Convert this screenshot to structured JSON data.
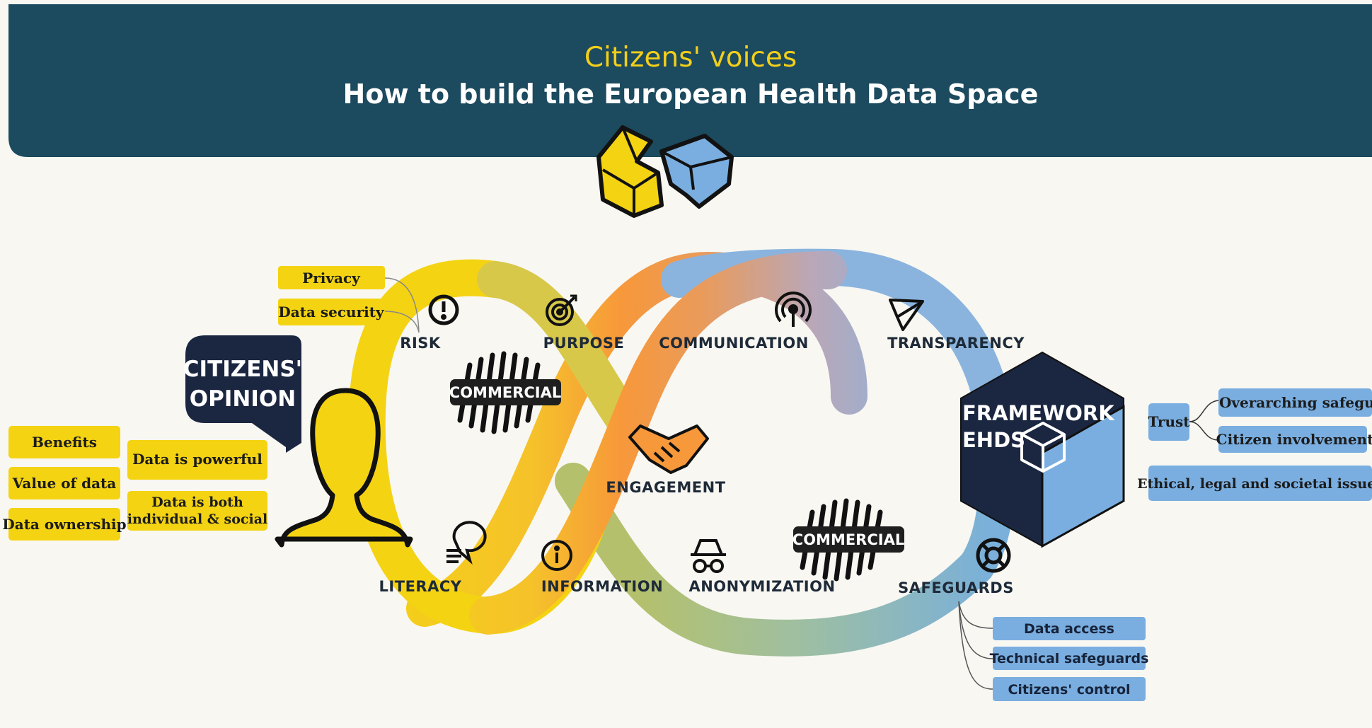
{
  "header": {
    "subtitle": "Citizens' voices",
    "title": "How to build the European Health Data Space"
  },
  "colors": {
    "header_bg": "#1c4a5e",
    "yellow": "#f4d313",
    "orange": "#f7a23c",
    "blue": "#7aaee0",
    "navy": "#1b2640",
    "background": "#f8f7f2"
  },
  "citizens": {
    "bubble_line1": "CITIZENS'",
    "bubble_line2": "OPINION",
    "left_tags": [
      "Benefits",
      "Value of data",
      "Data ownership"
    ],
    "mid_tags": {
      "tag1": "Data is powerful",
      "tag2_line1": "Data is both",
      "tag2_line2": "individual & social"
    }
  },
  "risk_tags": [
    "Privacy",
    "Data security"
  ],
  "loop_labels": {
    "risk": "RISK",
    "purpose": "PURPOSE",
    "communication": "COMMUNICATION",
    "transparency": "TRANSPARENCY",
    "engagement": "ENGAGEMENT",
    "literacy": "LITERACY",
    "information": "INFORMATION",
    "anonymization": "ANONYMIZATION",
    "safeguards": "SAFEGUARDS"
  },
  "commercial": "COMMERCIAL",
  "framework": {
    "line1": "FRAMEWORK",
    "line2": "EHDS"
  },
  "trust": {
    "label": "Trust",
    "items": [
      "Overarching safeguards",
      "Citizen involvement"
    ],
    "ethical": "Ethical, legal and societal issues"
  },
  "safeguard_tags": [
    "Data access",
    "Technical safeguards",
    "Citizens' control"
  ],
  "icons": [
    "logo-blocks-icon",
    "exclamation-icon",
    "target-icon",
    "broadcast-icon",
    "paper-plane-icon",
    "handshake-icon",
    "speech-bubble-icon",
    "info-icon",
    "spy-icon",
    "lifebuoy-icon",
    "person-silhouette-icon",
    "cube-icon"
  ]
}
